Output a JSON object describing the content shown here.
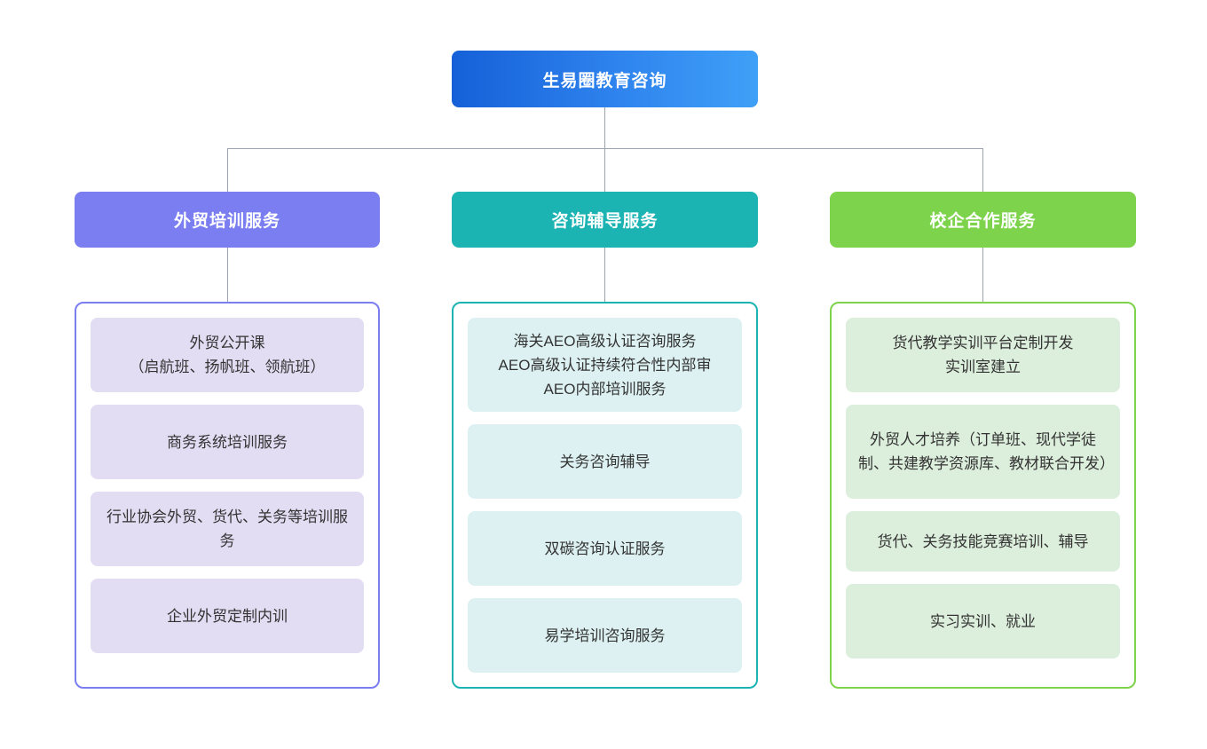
{
  "root": {
    "label": "生易圈教育咨询",
    "gradient_from": "#1560d8",
    "gradient_to": "#3fa0f7",
    "text_color": "#ffffff"
  },
  "connector_color": "#9aa3ae",
  "columns": [
    {
      "id": "waimao-peixun",
      "header_label": "外贸培训服务",
      "header_color": "#7b7ef0",
      "border_color": "#7b7ef0",
      "item_bg": "#e2ddf3",
      "items": [
        {
          "label": "外贸公开课\n（启航班、扬帆班、领航班）",
          "height": 84
        },
        {
          "label": "商务系统培训服务",
          "height": 84
        },
        {
          "label": "行业协会外贸、货代、关务等培训服务",
          "height": 84
        },
        {
          "label": "企业外贸定制内训",
          "height": 84
        }
      ]
    },
    {
      "id": "zixun-fudao",
      "header_label": "咨询辅导服务",
      "header_color": "#1cb3b3",
      "border_color": "#1cb3b3",
      "item_bg": "#ddf1f2",
      "items": [
        {
          "label": "海关AEO高级认证咨询服务\nAEO高级认证持续符合性内部审\nAEO内部培训服务",
          "height": 106
        },
        {
          "label": "关务咨询辅导",
          "height": 84
        },
        {
          "label": "双碳咨询认证服务",
          "height": 84
        },
        {
          "label": "易学培训咨询服务",
          "height": 84
        }
      ]
    },
    {
      "id": "xiaoqi-hezuo",
      "header_label": "校企合作服务",
      "header_color": "#7ed34d",
      "border_color": "#7ed34d",
      "item_bg": "#dceedc",
      "items": [
        {
          "label": "货代教学实训平台定制开发\n实训室建立",
          "height": 84
        },
        {
          "label": "外贸人才培养（订单班、现代学徒制、共建教学资源库、教材联合开发）",
          "height": 106
        },
        {
          "label": "货代、关务技能竞赛培训、辅导",
          "height": 68
        },
        {
          "label": "实习实训、就业",
          "height": 84
        }
      ]
    }
  ]
}
